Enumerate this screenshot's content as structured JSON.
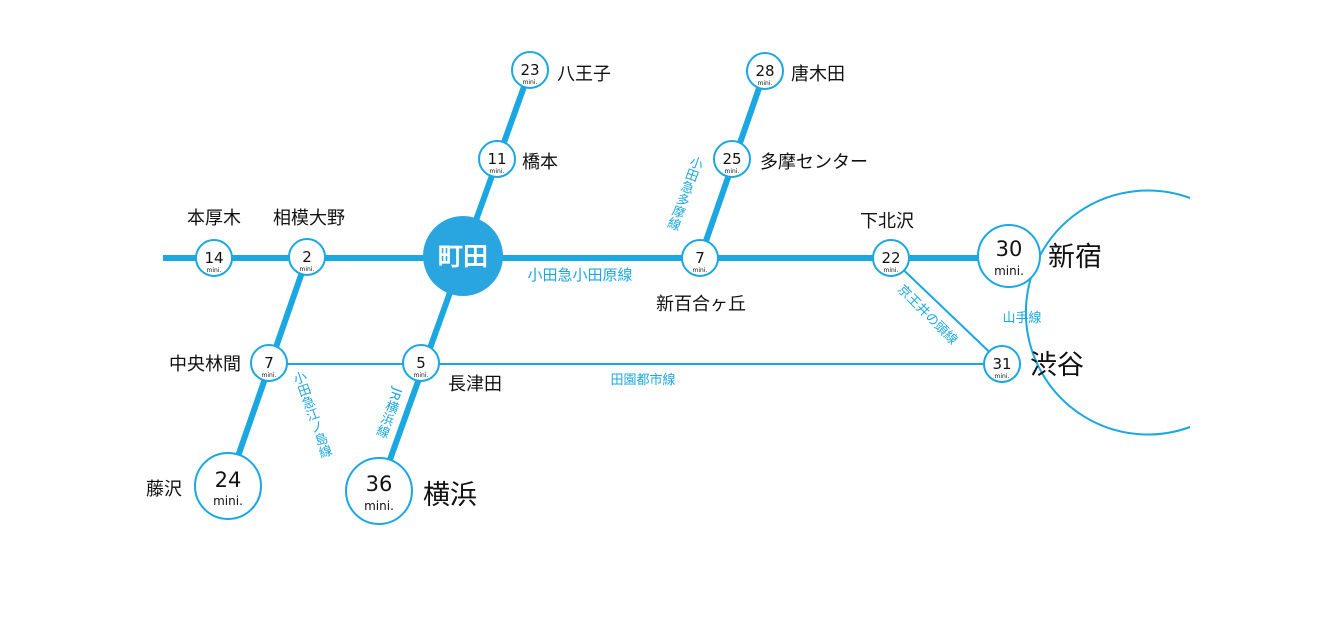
{
  "colors": {
    "line": "#1aa7e2",
    "hub": "#29a6e0"
  },
  "unit": "mini.",
  "hub": {
    "label": "町田"
  },
  "stations": [
    {
      "id": "hachioji",
      "name": "八王子",
      "time": "23"
    },
    {
      "id": "hashimoto",
      "name": "橋本",
      "time": "11"
    },
    {
      "id": "karakida",
      "name": "唐木田",
      "time": "28"
    },
    {
      "id": "tamacenter",
      "name": "多摩センター",
      "time": "25"
    },
    {
      "id": "honatsugi",
      "name": "本厚木",
      "time": "14"
    },
    {
      "id": "sagamiono",
      "name": "相模大野",
      "time": "2"
    },
    {
      "id": "shinyurigaoka",
      "name": "新百合ヶ丘",
      "time": "7"
    },
    {
      "id": "shimokitazawa",
      "name": "下北沢",
      "time": "22"
    },
    {
      "id": "shinjuku",
      "name": "新宿",
      "time": "30"
    },
    {
      "id": "shibuya",
      "name": "渋谷",
      "time": "31"
    },
    {
      "id": "chuorinkan",
      "name": "中央林間",
      "time": "7"
    },
    {
      "id": "nagatsuta",
      "name": "長津田",
      "time": "5"
    },
    {
      "id": "fujisawa",
      "name": "藤沢",
      "time": "24"
    },
    {
      "id": "yokohama",
      "name": "横浜",
      "time": "36"
    }
  ],
  "lines": {
    "odakyu_odawara": "小田急小田原線",
    "odakyu_tama": "小田急多摩線",
    "odakyu_enoshima": "小田急江ノ島線",
    "jr_yokohama": "JR横浜線",
    "denentoshi": "田園都市線",
    "keio_inokashira": "京王井の頭線",
    "yamanote": "山手線"
  }
}
